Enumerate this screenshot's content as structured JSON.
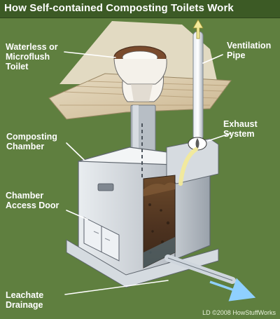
{
  "title": "How Self-contained Composting Toilets Work",
  "labels": {
    "toilet": "Waterless or\nMicroflush\nToilet",
    "vent": "Ventilation\nPipe",
    "chamber": "Composting\nChamber",
    "exhaust": "Exhaust\nSystem",
    "door": "Chamber\nAccess Door",
    "leachate": "Leachate\nDrainage"
  },
  "credit": "LD ©2008 HowStuffWorks",
  "colors": {
    "background": "#5f7f3f",
    "header": "#3c5a25",
    "floor": "#d9c7a6",
    "metal": "#c9ced4",
    "compost": "#5c3d24",
    "flow_arrow": "#f2ea9a",
    "water_arrow": "#8fd0ff"
  }
}
